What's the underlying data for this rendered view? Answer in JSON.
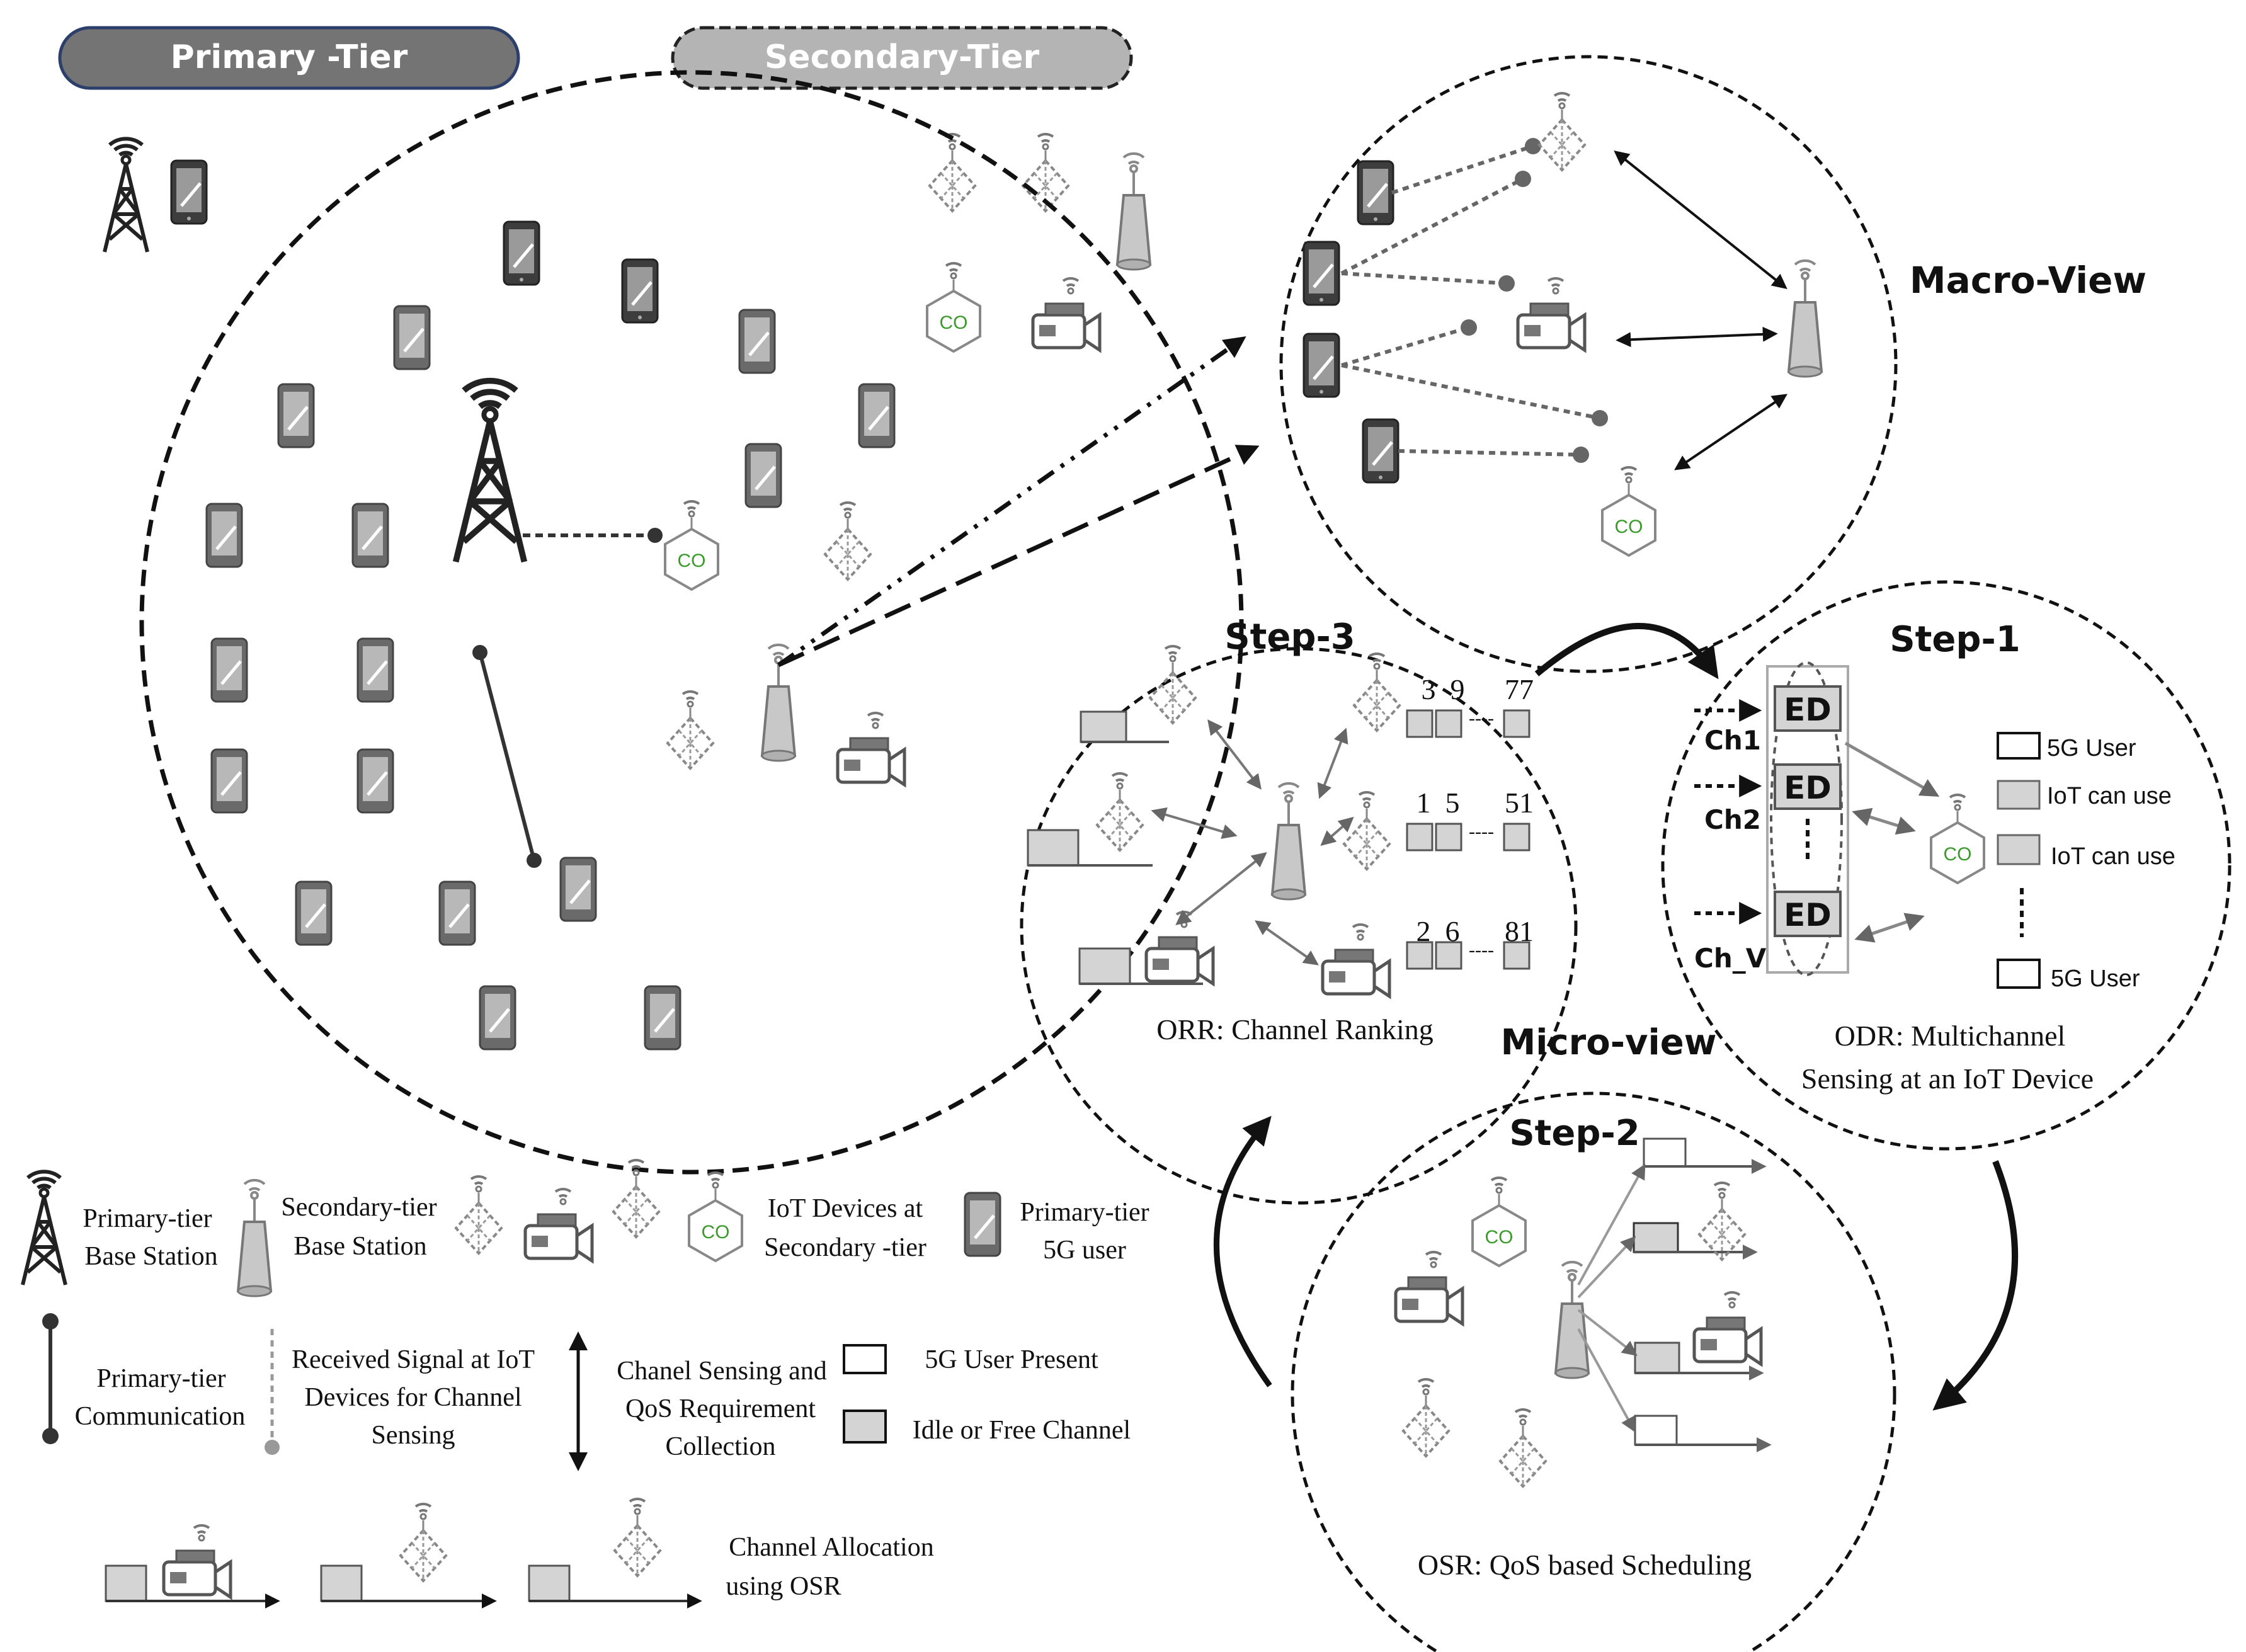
{
  "tiers": {
    "primary": "Primary -Tier",
    "secondary": "Secondary-Tier"
  },
  "views": {
    "macro": "Macro-View",
    "micro": "Micro-view"
  },
  "steps": {
    "step1": "Step-1",
    "step2": "Step-2",
    "step3": "Step-3"
  },
  "step3": {
    "caption": "ORR: Channel Ranking",
    "rows": [
      {
        "a": "3",
        "b": "9",
        "dots": "----",
        "c": "77"
      },
      {
        "a": "1",
        "b": "5",
        "dots": "----",
        "c": "51"
      },
      {
        "a": "2",
        "b": "6",
        "dots": "----",
        "c": "81"
      }
    ]
  },
  "step1": {
    "caption_line1": "ODR: Multichannel",
    "caption_line2": "Sensing at an IoT Device",
    "ed_label": "ED",
    "channels": [
      "Ch1",
      "Ch2",
      "Ch_V"
    ],
    "legend": [
      "5G User",
      "IoT can use",
      "IoT can use",
      "5G User"
    ]
  },
  "step2": {
    "caption": "OSR: QoS based Scheduling"
  },
  "co_label": "CO",
  "legend": {
    "primary_bs_1": "Primary-tier",
    "primary_bs_2": "Base Station",
    "secondary_bs_1": "Secondary-tier",
    "secondary_bs_2": "Base Station",
    "iot_1": "IoT Devices at",
    "iot_2": "Secondary -tier",
    "user_1": "Primary-tier",
    "user_2": "5G user",
    "comm_1": "Primary-tier",
    "comm_2": "Communication",
    "recv_1": "Received Signal at IoT",
    "recv_2": "Devices for Channel",
    "recv_3": "Sensing",
    "sense_1": "Chanel Sensing and",
    "sense_2": "QoS Requirement",
    "sense_3": "Collection",
    "present": "5G User Present",
    "idle": "Idle or Free Channel",
    "alloc_1": "Channel Allocation",
    "alloc_2": "using OSR"
  },
  "colors": {
    "pill_primary": "#747474",
    "pill_secondary": "#b4b4b4",
    "co_green": "#3a9a2a",
    "channel_fill": "#d4d4d4"
  }
}
